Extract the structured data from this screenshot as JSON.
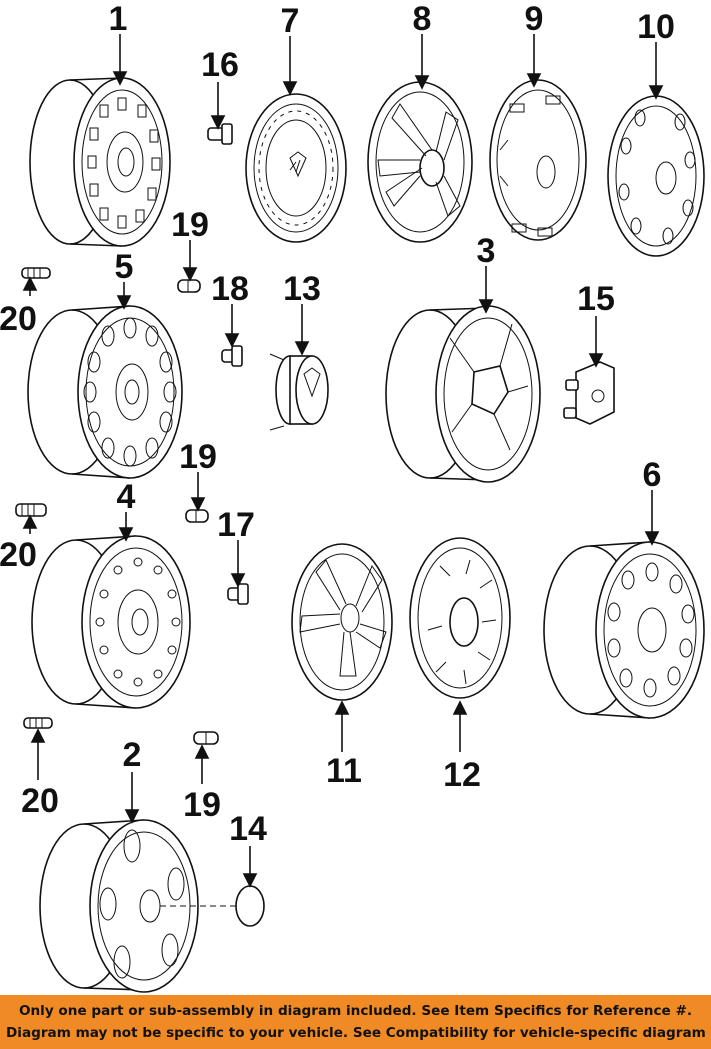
{
  "callouts": {
    "c1": "1",
    "c2": "2",
    "c3": "3",
    "c4": "4",
    "c5": "5",
    "c6": "6",
    "c7": "7",
    "c8": "8",
    "c9": "9",
    "c10": "10",
    "c11": "11",
    "c12": "12",
    "c13": "13",
    "c14": "14",
    "c15": "15",
    "c16": "16",
    "c17": "17",
    "c18": "18",
    "c19a": "19",
    "c19b": "19",
    "c19c": "19",
    "c20a": "20",
    "c20b": "20",
    "c20c": "20"
  },
  "banner": {
    "line1": "Only one part or sub-assembly in diagram included. See Item Specifics for Reference #.",
    "line2": "Diagram may not be specific to your vehicle. See Compatibility for vehicle-specific diagrams."
  },
  "colors": {
    "banner_bg": "#f08a24",
    "ink": "#111111"
  }
}
